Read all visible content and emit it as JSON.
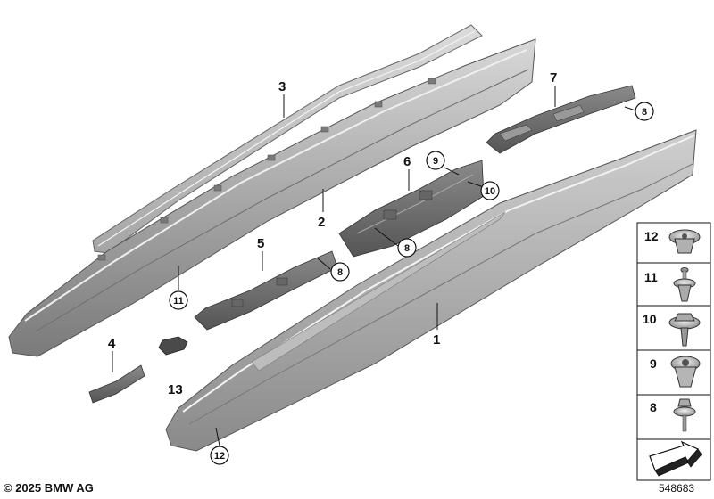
{
  "diagram": {
    "part_labels": {
      "p1": "1",
      "p2": "2",
      "p3": "3",
      "p4": "4",
      "p5": "5",
      "p6": "6",
      "p7": "7",
      "p13": "13"
    },
    "circle_labels": {
      "c8a": "8",
      "c8b": "8",
      "c8c": "8",
      "c9": "9",
      "c10": "10",
      "c11": "11",
      "c12": "12"
    },
    "legend": [
      "12",
      "11",
      "10",
      "9",
      "8"
    ]
  },
  "footer": {
    "copyright": "© 2025 BMW AG",
    "doc_number": "548683"
  }
}
